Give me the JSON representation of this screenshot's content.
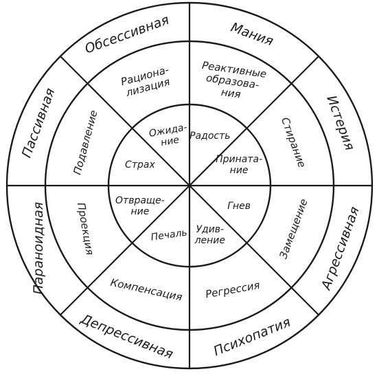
{
  "colors": {
    "ink": "#1a1a1a",
    "paper": "#ffffff"
  },
  "outer_ring": [
    {
      "id": "mania",
      "label": "Мания"
    },
    {
      "id": "hysteria",
      "label": "Истерия"
    },
    {
      "id": "aggressive",
      "label": "Агрессивная"
    },
    {
      "id": "psychopathy",
      "label": "Психопатия"
    },
    {
      "id": "depressive",
      "label": "Депрессивная"
    },
    {
      "id": "paranoid",
      "label": "Параноидная"
    },
    {
      "id": "passive",
      "label": "Пассивная"
    },
    {
      "id": "obsessive",
      "label": "Обсессивная"
    }
  ],
  "middle_ring": [
    {
      "id": "reactive-formation",
      "lines": [
        "Реактивные",
        "образова-",
        "ния"
      ]
    },
    {
      "id": "sublimation",
      "lines": [
        "Стирание"
      ]
    },
    {
      "id": "displacement",
      "lines": [
        "Замещение"
      ]
    },
    {
      "id": "regression",
      "lines": [
        "Регрессия"
      ]
    },
    {
      "id": "compensation",
      "lines": [
        "Компенсация"
      ]
    },
    {
      "id": "projection",
      "lines": [
        "Проекция"
      ]
    },
    {
      "id": "suppression",
      "lines": [
        "Подавление"
      ]
    },
    {
      "id": "rationalization",
      "lines": [
        "Рациона-",
        "лизация"
      ]
    }
  ],
  "inner_ring": [
    {
      "id": "joy",
      "lines": [
        "Радость"
      ]
    },
    {
      "id": "acceptance",
      "lines": [
        "Прината-",
        "ние"
      ]
    },
    {
      "id": "anger",
      "lines": [
        "Гнев"
      ]
    },
    {
      "id": "surprise",
      "lines": [
        "Удив-",
        "ление"
      ]
    },
    {
      "id": "sadness",
      "lines": [
        "Печаль"
      ]
    },
    {
      "id": "disgust",
      "lines": [
        "Отвраще-",
        "ние"
      ]
    },
    {
      "id": "fear",
      "lines": [
        "Страх"
      ]
    },
    {
      "id": "anticipation",
      "lines": [
        "Ожида-",
        "ние"
      ]
    }
  ]
}
